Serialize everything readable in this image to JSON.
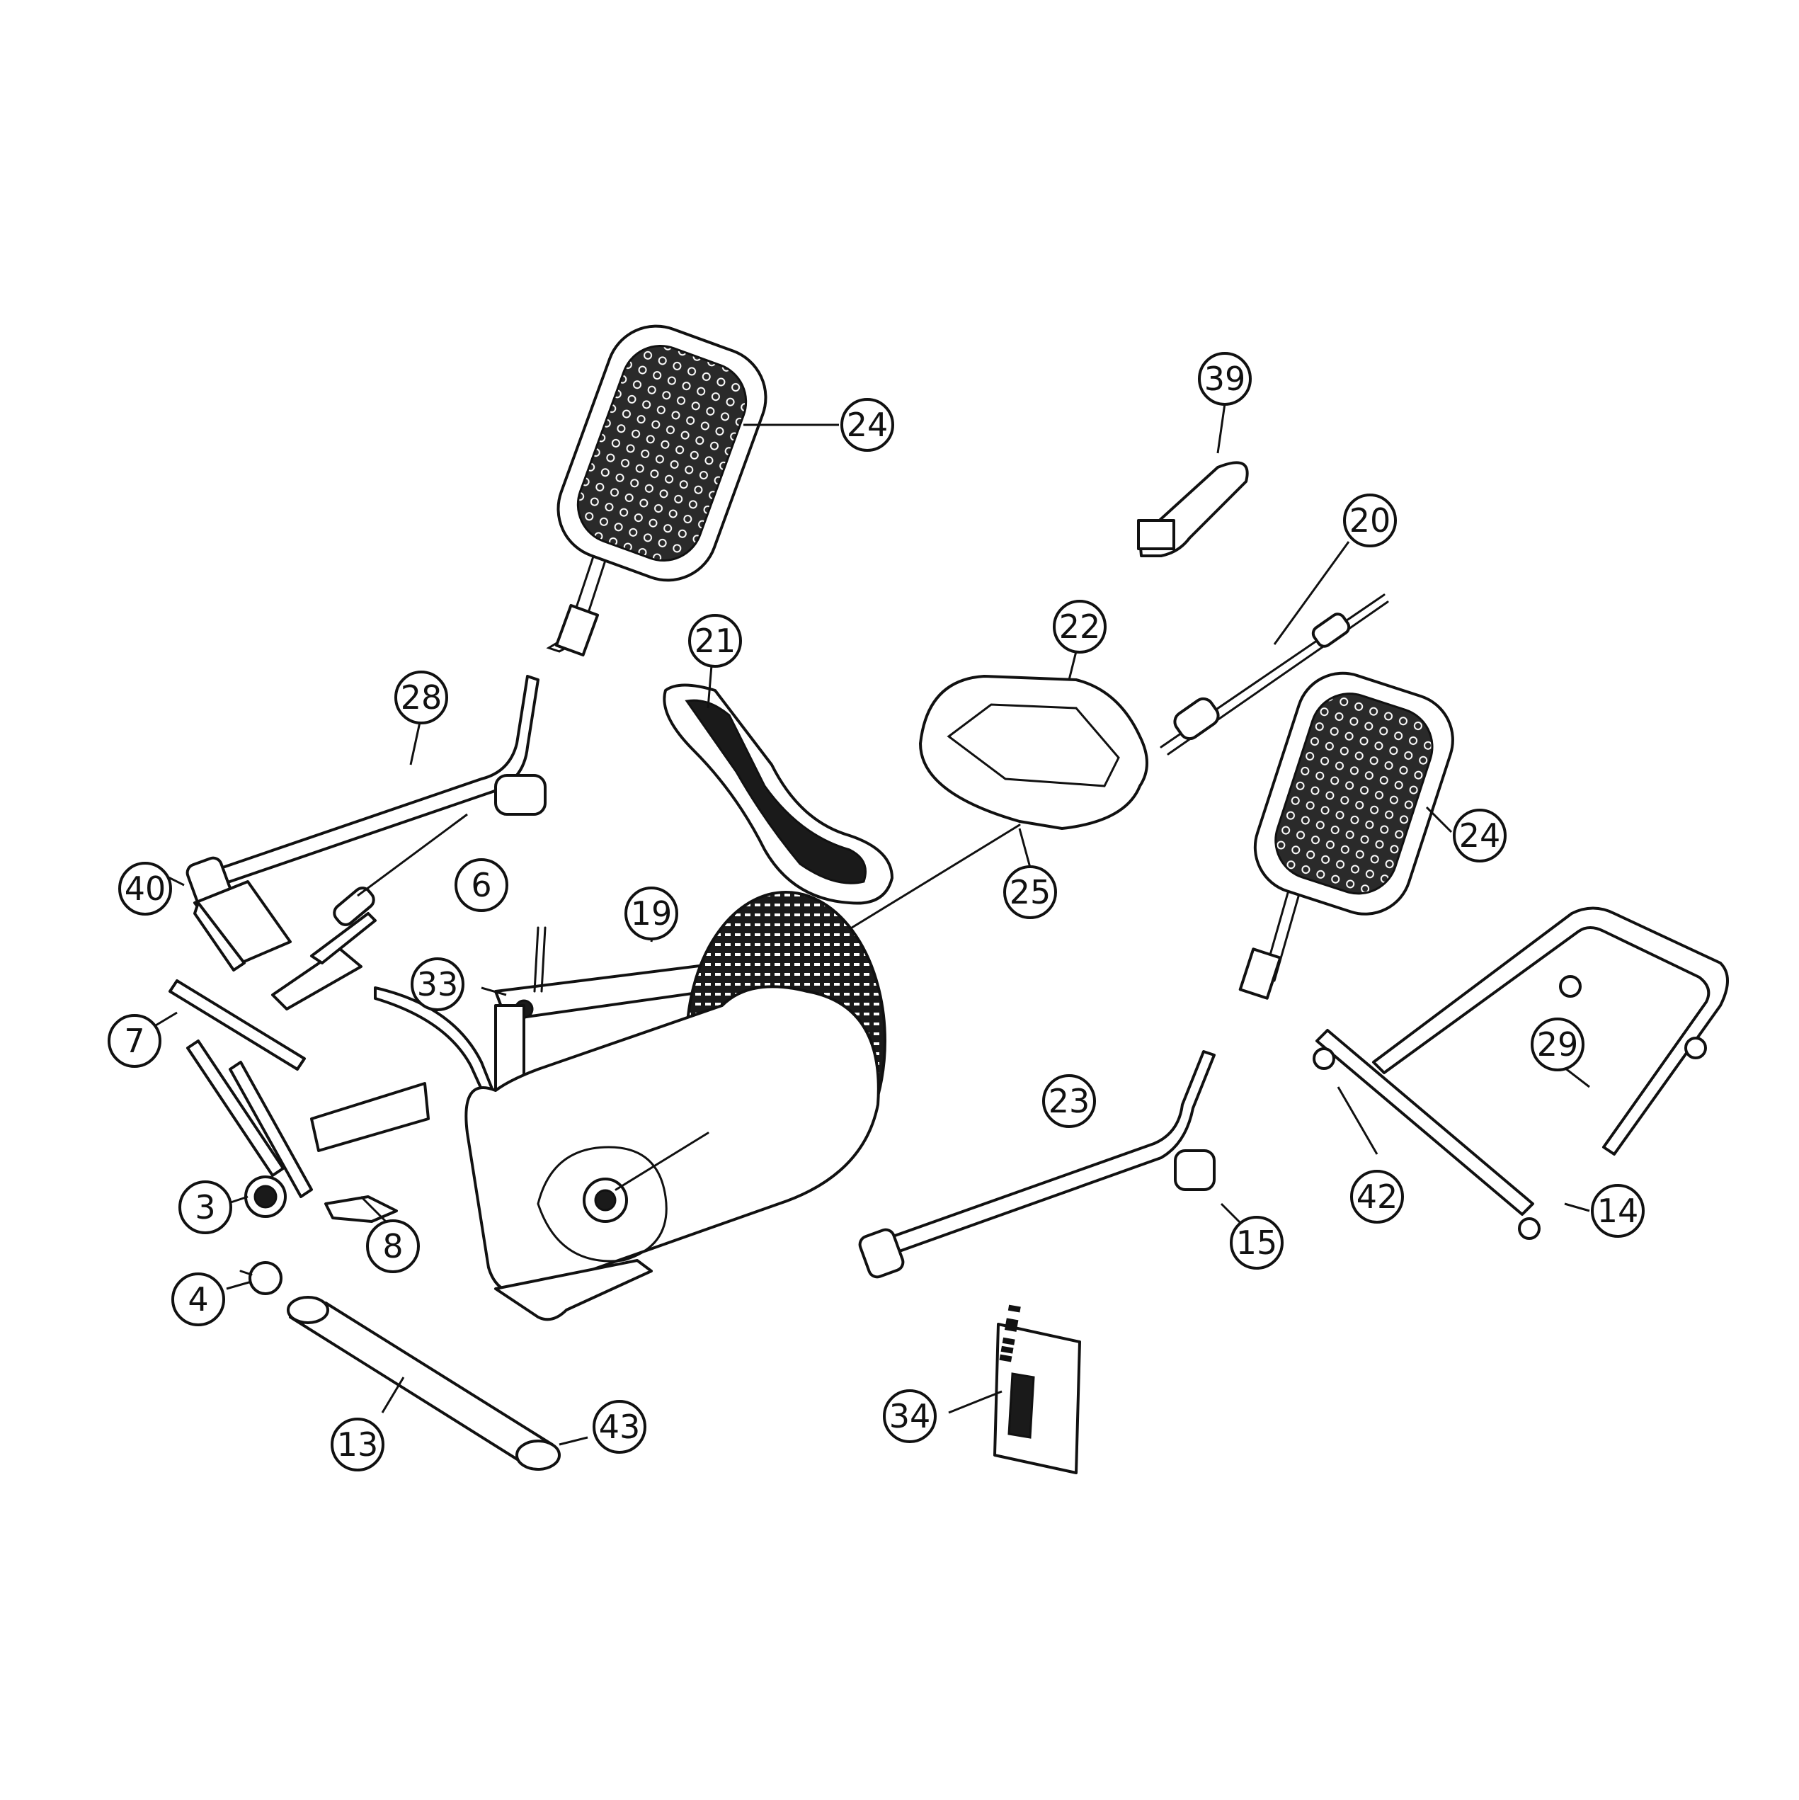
{
  "callouts": [
    {
      "id": "c24a",
      "label": "24"
    },
    {
      "id": "c39",
      "label": "39"
    },
    {
      "id": "c20",
      "label": "20"
    },
    {
      "id": "c21",
      "label": "21"
    },
    {
      "id": "c22",
      "label": "22"
    },
    {
      "id": "c28",
      "label": "28"
    },
    {
      "id": "c24b",
      "label": "24"
    },
    {
      "id": "c40",
      "label": "40"
    },
    {
      "id": "c6",
      "label": "6"
    },
    {
      "id": "c19",
      "label": "19"
    },
    {
      "id": "c25",
      "label": "25"
    },
    {
      "id": "c33",
      "label": "33"
    },
    {
      "id": "c7",
      "label": "7"
    },
    {
      "id": "c23",
      "label": "23"
    },
    {
      "id": "c29",
      "label": "29"
    },
    {
      "id": "c3",
      "label": "3"
    },
    {
      "id": "c8",
      "label": "8"
    },
    {
      "id": "c15",
      "label": "15"
    },
    {
      "id": "c42",
      "label": "42"
    },
    {
      "id": "c14",
      "label": "14"
    },
    {
      "id": "c4",
      "label": "4"
    },
    {
      "id": "c13",
      "label": "13"
    },
    {
      "id": "c43",
      "label": "43"
    },
    {
      "id": "c34",
      "label": "34"
    }
  ]
}
